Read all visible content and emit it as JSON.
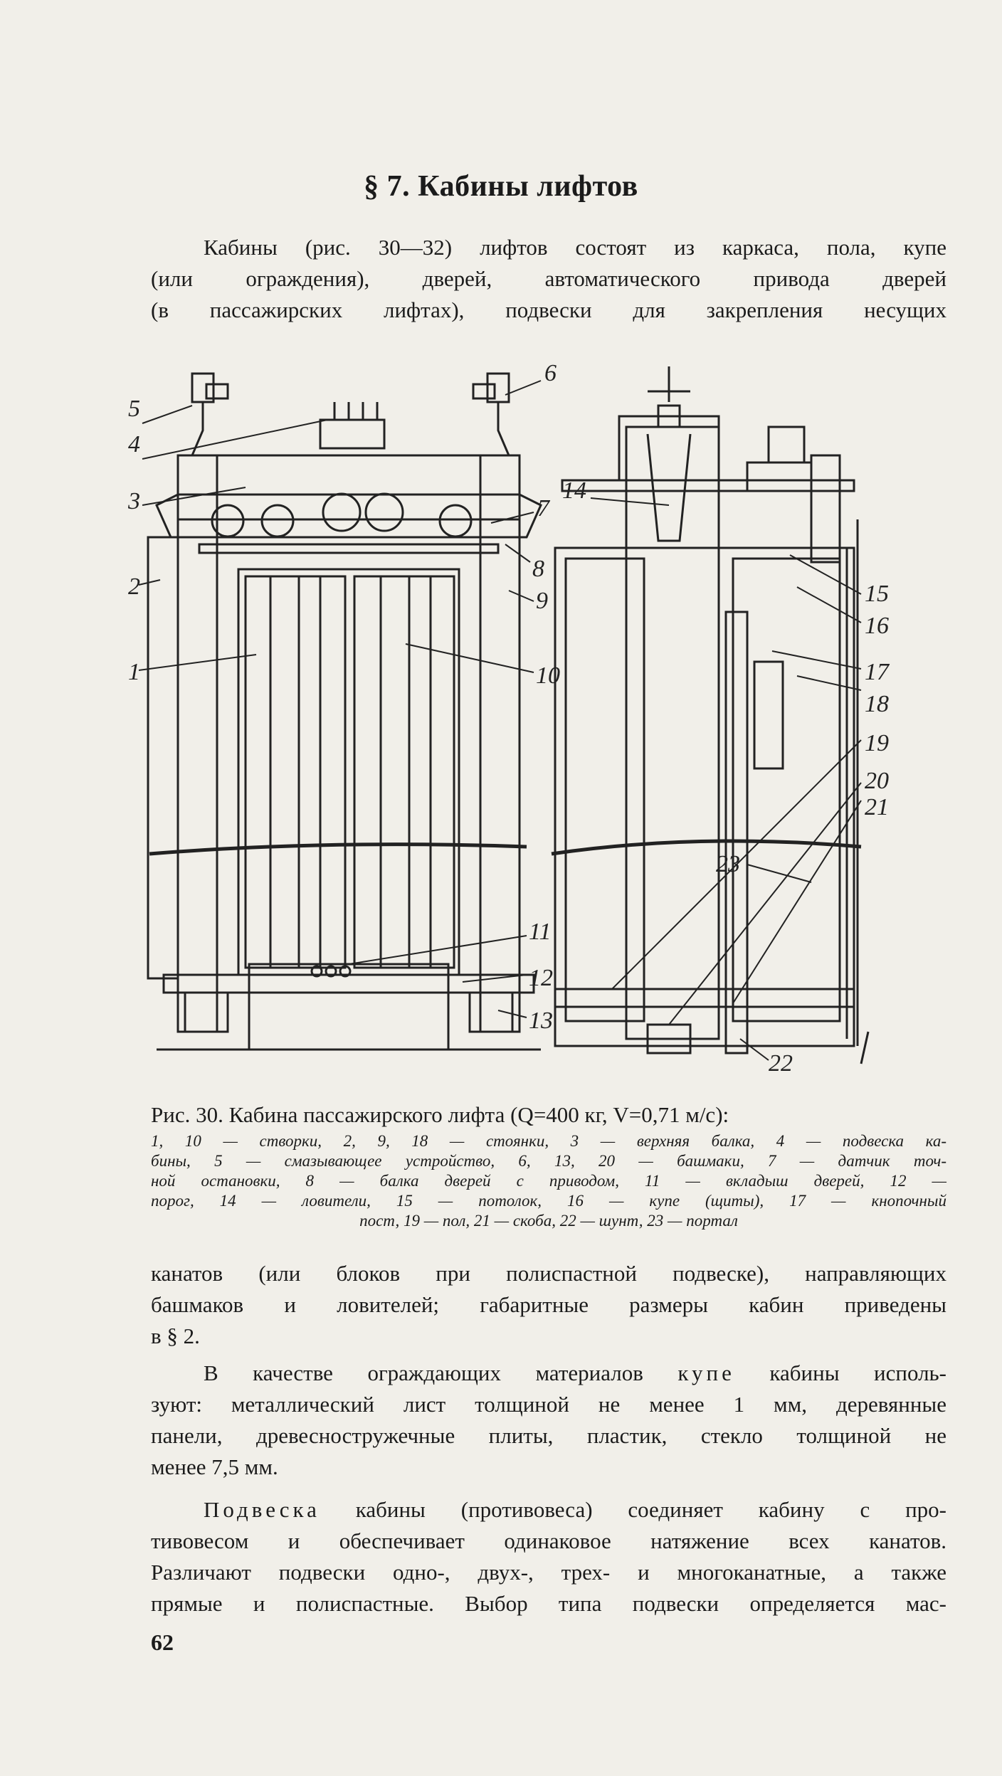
{
  "heading": "§ 7. Кабины лифтов",
  "intro": {
    "line1": "Кабины (рис. 30—32) лифтов состоят из каркаса, пола, купе",
    "line2": "(или ограждения), дверей, автоматического привода дверей",
    "line3": "(в пассажирских лифтах), подвески для закрепления несущих"
  },
  "figure": {
    "labels": [
      "1",
      "2",
      "3",
      "4",
      "5",
      "6",
      "7",
      "8",
      "9",
      "10",
      "11",
      "12",
      "13",
      "14",
      "15",
      "16",
      "17",
      "18",
      "19",
      "20",
      "21",
      "22",
      "23"
    ]
  },
  "caption": "Рис. 30. Кабина пассажирского лифта (Q=400 кг, V=0,71 м/с):",
  "legend": {
    "line1": "1, 10 — створки, 2, 9, 18 — стоянки, 3 — верхняя балка, 4 — подвеска ка-",
    "line2": "бины, 5 — смазывающее устройство, 6, 13, 20 — башмаки, 7 — датчик точ-",
    "line3": "ной остановки, 8 — балка дверей с приводом, 11 — вкладыш дверей, 12 —",
    "line4": "порог, 14 — ловители, 15 — потолок, 16 — купе (щиты), 17 — кнопочный",
    "line5": "пост, 19 — пол, 21 — скоба, 22 — шунт, 23 — портал"
  },
  "para1": {
    "line1": "канатов (или блоков при полиспастной подвеске), направляющих",
    "line2": "башмаков и ловителей; габаритные размеры кабин приведены",
    "line3": "в § 2."
  },
  "para2": {
    "line1a": "В качестве ограждающих материалов ",
    "line1b": "купе",
    "line1c": " кабины исполь-",
    "line2": "зуют: металлический лист толщиной не менее 1 мм, деревянные",
    "line3": "панели, древесностружечные плиты, пластик, стекло толщиной не",
    "line4": "менее 7,5 мм."
  },
  "para3": {
    "line1a": "Подвеска",
    "line1b": " кабины (противовеса) соединяет кабину с про-",
    "line2": "тивовесом и обеспечивает одинаковое натяжение всех канатов.",
    "line3": "Различают подвески одно-, двух-, трех- и многоканатные, а также",
    "line4": "прямые и полиспастные. Выбор типа подвески определяется мас-"
  },
  "page_number": "62"
}
